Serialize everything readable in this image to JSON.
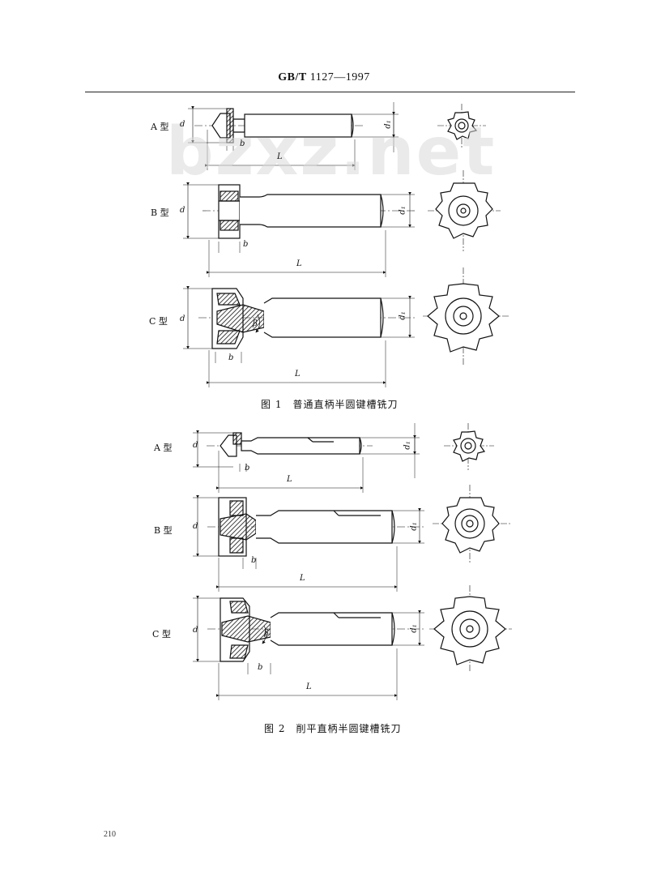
{
  "header": {
    "standard_prefix": "GB/T",
    "standard_number": "1127—1997"
  },
  "watermark": "bzxz.net",
  "figure1": {
    "caption": "图 1　普通直柄半圆键槽铣刀",
    "rows": [
      {
        "type_label": "A 型",
        "dims": {
          "d": "d",
          "d1": "d₁",
          "b": "b",
          "L": "L"
        }
      },
      {
        "type_label": "B 型",
        "dims": {
          "d": "d",
          "d1": "d₁",
          "b": "b",
          "L": "L"
        }
      },
      {
        "type_label": "C 型",
        "dims": {
          "d": "d",
          "d1": "d₁",
          "b": "b",
          "L": "L",
          "beta": "β"
        }
      }
    ]
  },
  "figure2": {
    "caption": "图 2　削平直柄半圆键槽铣刀",
    "rows": [
      {
        "type_label": "A 型",
        "dims": {
          "d": "d",
          "d1": "d₁",
          "b": "b",
          "L": "L"
        }
      },
      {
        "type_label": "B 型",
        "dims": {
          "d": "d",
          "d1": "d₁",
          "b": "b",
          "L": "L"
        }
      },
      {
        "type_label": "C 型",
        "dims": {
          "d": "d",
          "d1": "d₁",
          "b": "b",
          "L": "L",
          "beta": "β"
        }
      }
    ]
  },
  "page_number": "210"
}
